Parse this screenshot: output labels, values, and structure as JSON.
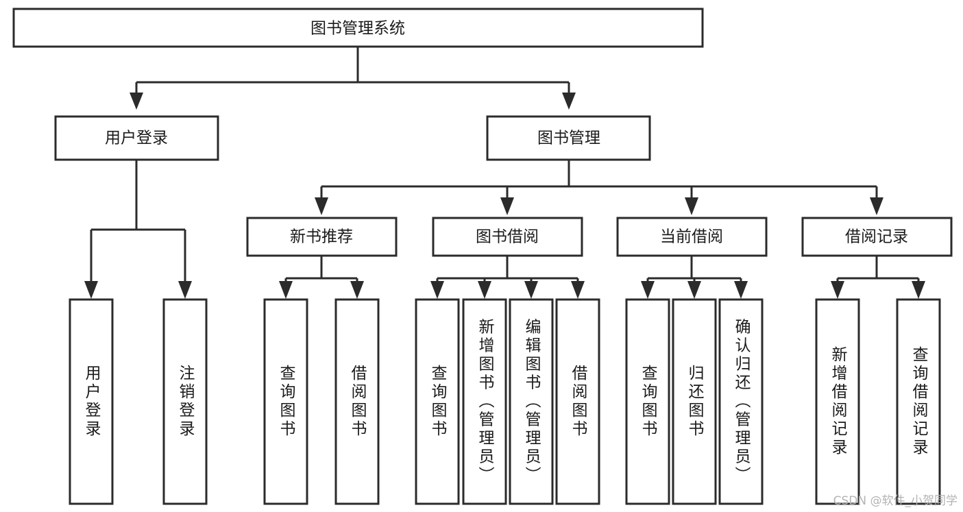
{
  "diagram": {
    "type": "tree-hierarchy",
    "title": "图书管理系统",
    "root": {
      "id": "root",
      "label": "图书管理系统"
    },
    "level2": [
      {
        "id": "user-login",
        "label": "用户登录"
      },
      {
        "id": "book-manage",
        "label": "图书管理"
      }
    ],
    "level3": [
      {
        "id": "new-book-recommend",
        "label": "新书推荐",
        "parent": "book-manage"
      },
      {
        "id": "book-borrow",
        "label": "图书借阅",
        "parent": "book-manage"
      },
      {
        "id": "current-borrow",
        "label": "当前借阅",
        "parent": "book-manage"
      },
      {
        "id": "borrow-record",
        "label": "借阅记录",
        "parent": "book-manage"
      }
    ],
    "leaves": {
      "user-login": [
        {
          "id": "leaf-user-login",
          "label": "用户登录"
        },
        {
          "id": "leaf-user-logout",
          "label": "注销登录"
        }
      ],
      "new-book-recommend": [
        {
          "id": "leaf-query-book-1",
          "label": "查询图书"
        },
        {
          "id": "leaf-borrow-book-1",
          "label": "借阅图书"
        }
      ],
      "book-borrow": [
        {
          "id": "leaf-query-book-2",
          "label": "查询图书"
        },
        {
          "id": "leaf-add-book",
          "label": "新增图书（管理员）"
        },
        {
          "id": "leaf-edit-book",
          "label": "编辑图书（管理员）"
        },
        {
          "id": "leaf-borrow-book-2",
          "label": "借阅图书"
        }
      ],
      "current-borrow": [
        {
          "id": "leaf-query-book-3",
          "label": "查询图书"
        },
        {
          "id": "leaf-return-book",
          "label": "归还图书"
        },
        {
          "id": "leaf-confirm-return",
          "label": "确认归还（管理员）"
        }
      ],
      "borrow-record": [
        {
          "id": "leaf-add-record",
          "label": "新增借阅记录"
        },
        {
          "id": "leaf-query-record",
          "label": "查询借阅记录"
        }
      ]
    }
  },
  "watermark": {
    "text": "CSDN @软件_小贺同学"
  },
  "colors": {
    "stroke": "#2b2b2b",
    "fill": "#ffffff",
    "text": "#1a1a1a",
    "watermark": "#b3b3b3"
  }
}
